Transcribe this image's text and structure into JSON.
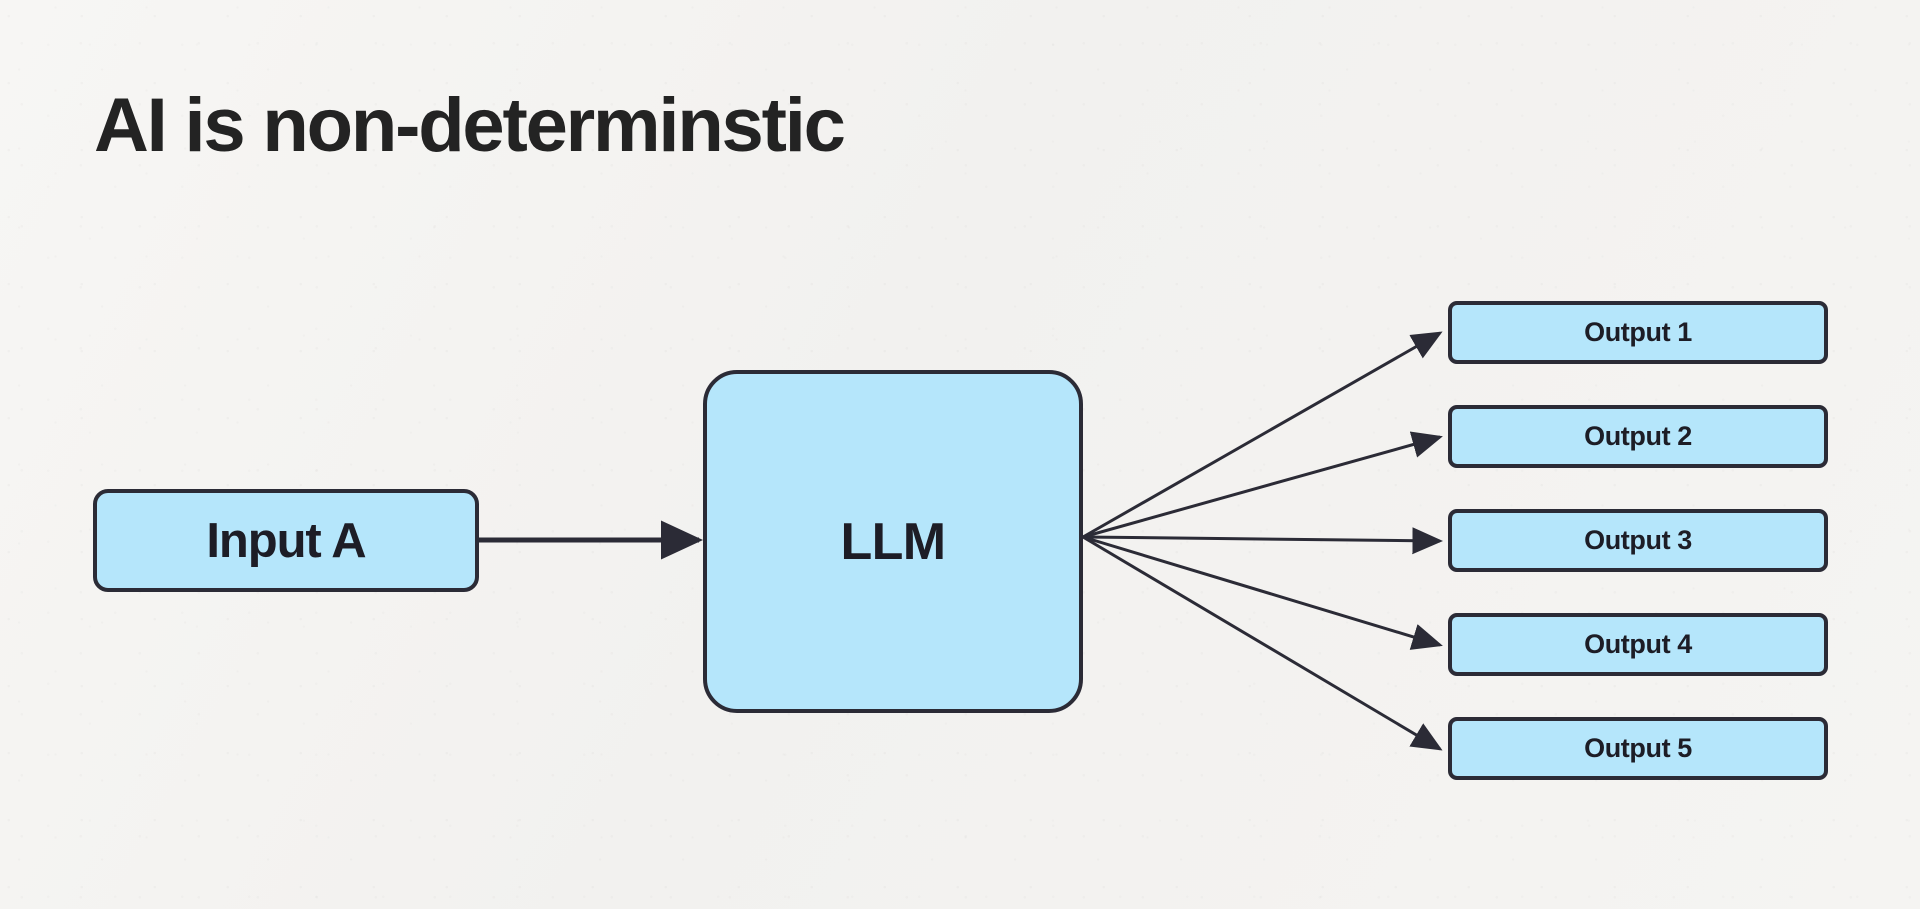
{
  "slide": {
    "title": "AI is non-determinstic",
    "background_color": "#f4f3f1",
    "node_fill_color": "#b5e6fb",
    "node_border_color": "#2b2b36",
    "text_color": "#1d1d26",
    "connector_color": "#2b2b36"
  },
  "diagram": {
    "input": {
      "label": "Input A"
    },
    "model": {
      "label": "LLM"
    },
    "outputs": [
      {
        "label": "Output 1"
      },
      {
        "label": "Output 2"
      },
      {
        "label": "Output 3"
      },
      {
        "label": "Output 4"
      },
      {
        "label": "Output 5"
      }
    ],
    "edges": [
      {
        "from": "Input A",
        "to": "LLM"
      },
      {
        "from": "LLM",
        "to": "Output 1"
      },
      {
        "from": "LLM",
        "to": "Output 2"
      },
      {
        "from": "LLM",
        "to": "Output 3"
      },
      {
        "from": "LLM",
        "to": "Output 4"
      },
      {
        "from": "LLM",
        "to": "Output 5"
      }
    ]
  }
}
